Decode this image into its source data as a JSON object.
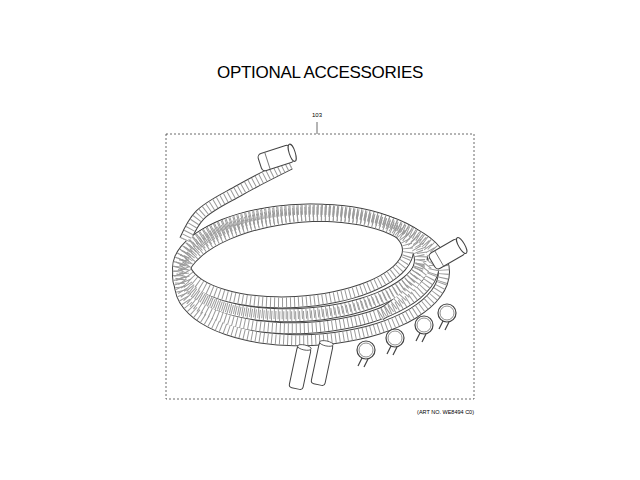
{
  "diagram": {
    "title": "OPTIONAL ACCESSORIES",
    "labels": [
      "103",
      "(ART NO. WE8494 C0)"
    ]
  }
}
